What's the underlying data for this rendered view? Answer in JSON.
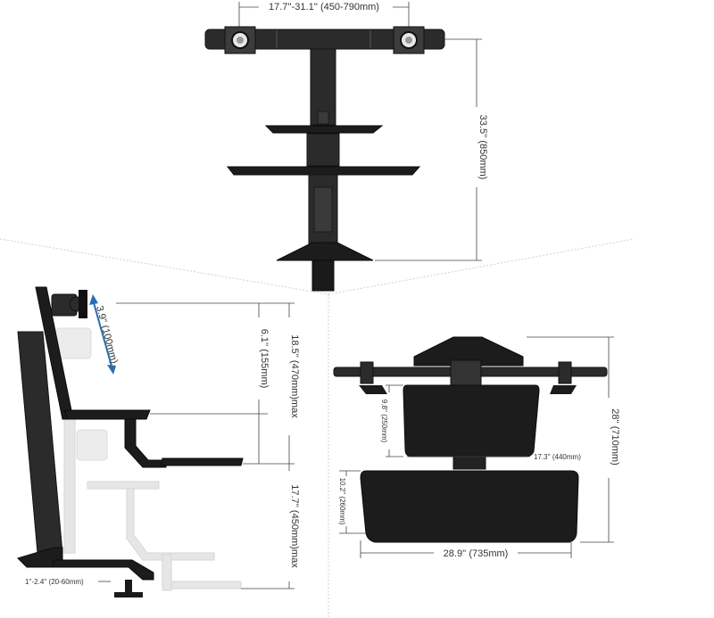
{
  "front_view": {
    "width_label": "17.7''-31.1''  (450-790mm)",
    "height_label": "33.5'' (850mm)"
  },
  "side_view": {
    "tilt_label": "3.9'' (100mm)",
    "range_label": "6.1'' (155mm)",
    "upper_label": "18.5'' (470mm)max",
    "lower_label": "17.7'' (450mm)max",
    "clamp_label": "1''-2.4'' (20-60mm)"
  },
  "top_view": {
    "depth_label": "28'' (710mm)",
    "tray_depth_label": "9.8'' (250mm)",
    "tray_width_label": "17.3'' (440mm)",
    "keyboard_depth_label": "10.2'' (260mm)",
    "keyboard_width_label": "28.9'' (735mm)"
  },
  "colors": {
    "metal": "#2b2b2b",
    "ghost": "#e6e6e6",
    "accent_arrow": "#2a6db0"
  }
}
